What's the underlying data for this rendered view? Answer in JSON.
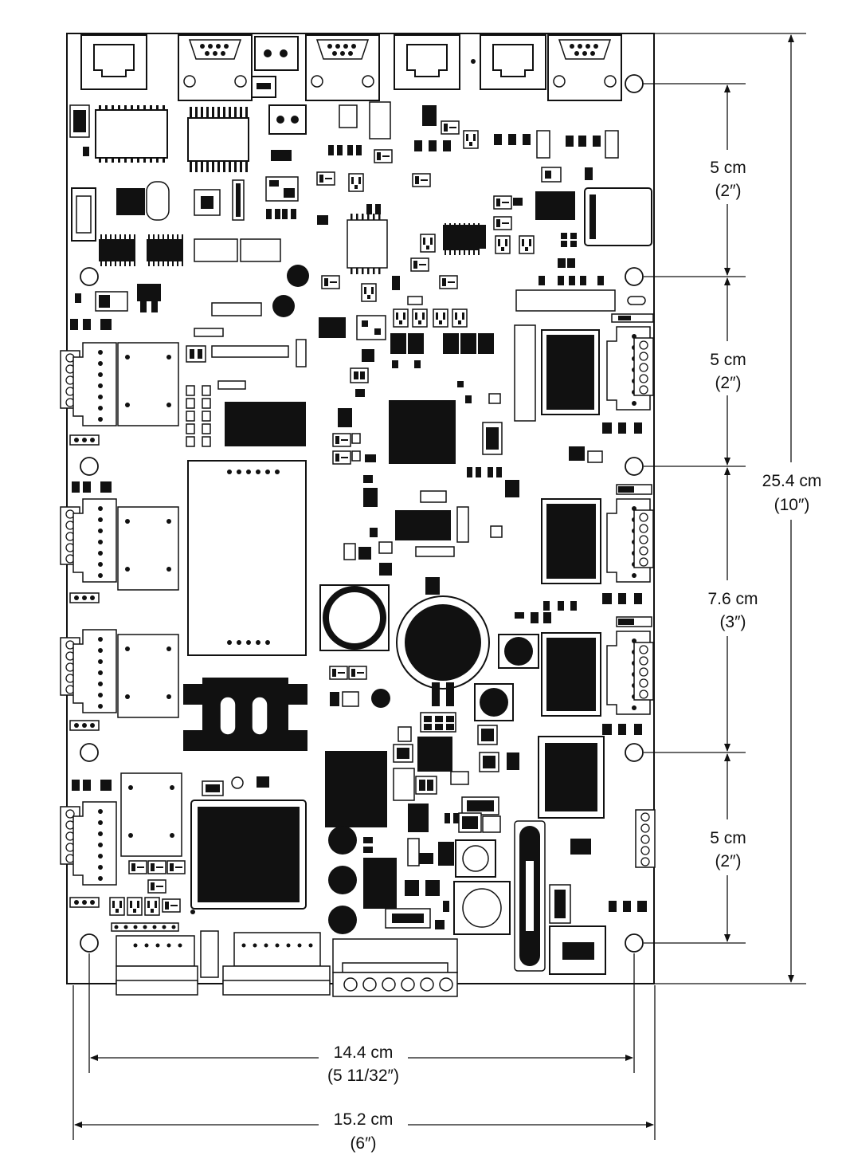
{
  "dimensions": {
    "vertical_total": {
      "metric": "25.4 cm",
      "imperial": "(10″)"
    },
    "vertical_segments": [
      {
        "metric": "5 cm",
        "imperial": "(2″)"
      },
      {
        "metric": "5 cm",
        "imperial": "(2″)"
      },
      {
        "metric": "7.6 cm",
        "imperial": "(3″)"
      },
      {
        "metric": "5 cm",
        "imperial": "(2″)"
      }
    ],
    "horizontal_hole_spacing": {
      "metric": "14.4 cm",
      "imperial": "(5 11/32″)"
    },
    "horizontal_total": {
      "metric": "15.2 cm",
      "imperial": "(6″)"
    }
  }
}
